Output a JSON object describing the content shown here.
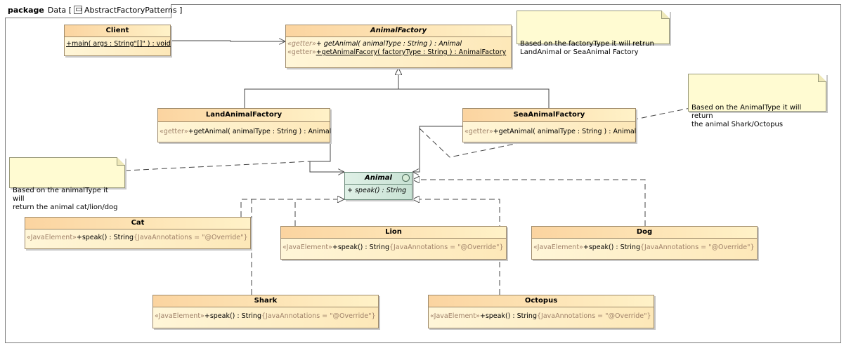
{
  "package": {
    "keyword": "package",
    "name": "Data",
    "diagram": "AbstractFactoryPatterns"
  },
  "classes": {
    "client": {
      "name": "Client",
      "op": "+main( args : String\"[]\" ) : void"
    },
    "animal_factory": {
      "name": "AnimalFactory",
      "ops": [
        {
          "stereo": "«getter»",
          "text": "+ getAnimal( animalType : String ) : Animal"
        },
        {
          "stereo": "«getter»",
          "text": "+getAnimalFacory( factoryType : String ) : AnimalFactory"
        }
      ]
    },
    "land_factory": {
      "name": "LandAnimalFactory",
      "stereo": "«getter»",
      "op": "+getAnimal( animalType : String ) : Animal"
    },
    "sea_factory": {
      "name": "SeaAnimalFactory",
      "stereo": "«getter»",
      "op": "+getAnimal( animalType : String ) : Animal"
    },
    "animal": {
      "name": "Animal",
      "op": "+ speak() : String"
    },
    "cat": {
      "name": "Cat",
      "stereo": "«JavaElement»",
      "op": "+speak() : String",
      "tag": "{JavaAnnotations = \"@Override\"}"
    },
    "lion": {
      "name": "Lion",
      "stereo": "«JavaElement»",
      "op": "+speak() : String",
      "tag": "{JavaAnnotations = \"@Override\"}"
    },
    "dog": {
      "name": "Dog",
      "stereo": "«JavaElement»",
      "op": "+speak() : String",
      "tag": "{JavaAnnotations = \"@Override\"}"
    },
    "shark": {
      "name": "Shark",
      "stereo": "«JavaElement»",
      "op": "+speak() : String",
      "tag": "{JavaAnnotations = \"@Override\"}"
    },
    "octopus": {
      "name": "Octopus",
      "stereo": "«JavaElement»",
      "op": "+speak() : String",
      "tag": "{JavaAnnotations = \"@Override\"}"
    }
  },
  "notes": {
    "factory_note": "Based on the factoryType it will retrun\nLandAnimal or SeaAnimal Factory",
    "sea_note": "Based on the AnimalType it will return\nthe animal Shark/Octopus",
    "land_note": "Based on the animalType it will\nreturn the animal cat/lion/dog"
  },
  "colors": {
    "class_header": "#fbd4a0",
    "class_body": "#fff6d8",
    "interface": "#c8e2d4",
    "note": "#fffbd2",
    "stereotype": "#a0826a"
  }
}
